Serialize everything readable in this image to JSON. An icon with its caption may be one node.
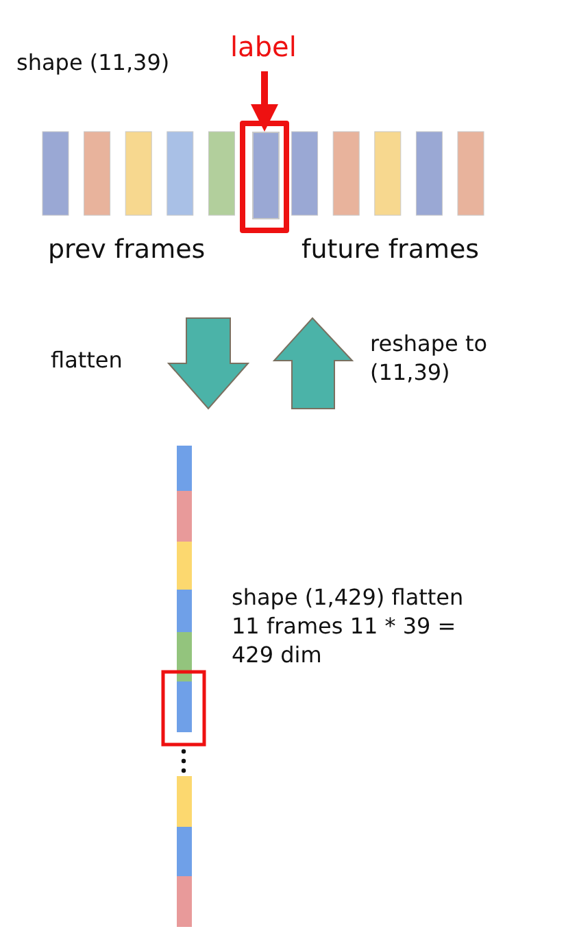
{
  "diagram": {
    "nodes": [
      {
        "text": [
          "label"
        ]
      },
      {
        "text": [],
        "shape": "box"
      }
    ],
    "edges": [
      {
        "from": 0,
        "to": 1,
        "arrow": "to"
      }
    ],
    "labels": [
      "shape (11,39)",
      "prev frames",
      "future frames",
      "flatten",
      "reshape to (11,39)",
      "shape (1,429) flatten 11 frames 11 * 39 = 429 dim"
    ]
  }
}
